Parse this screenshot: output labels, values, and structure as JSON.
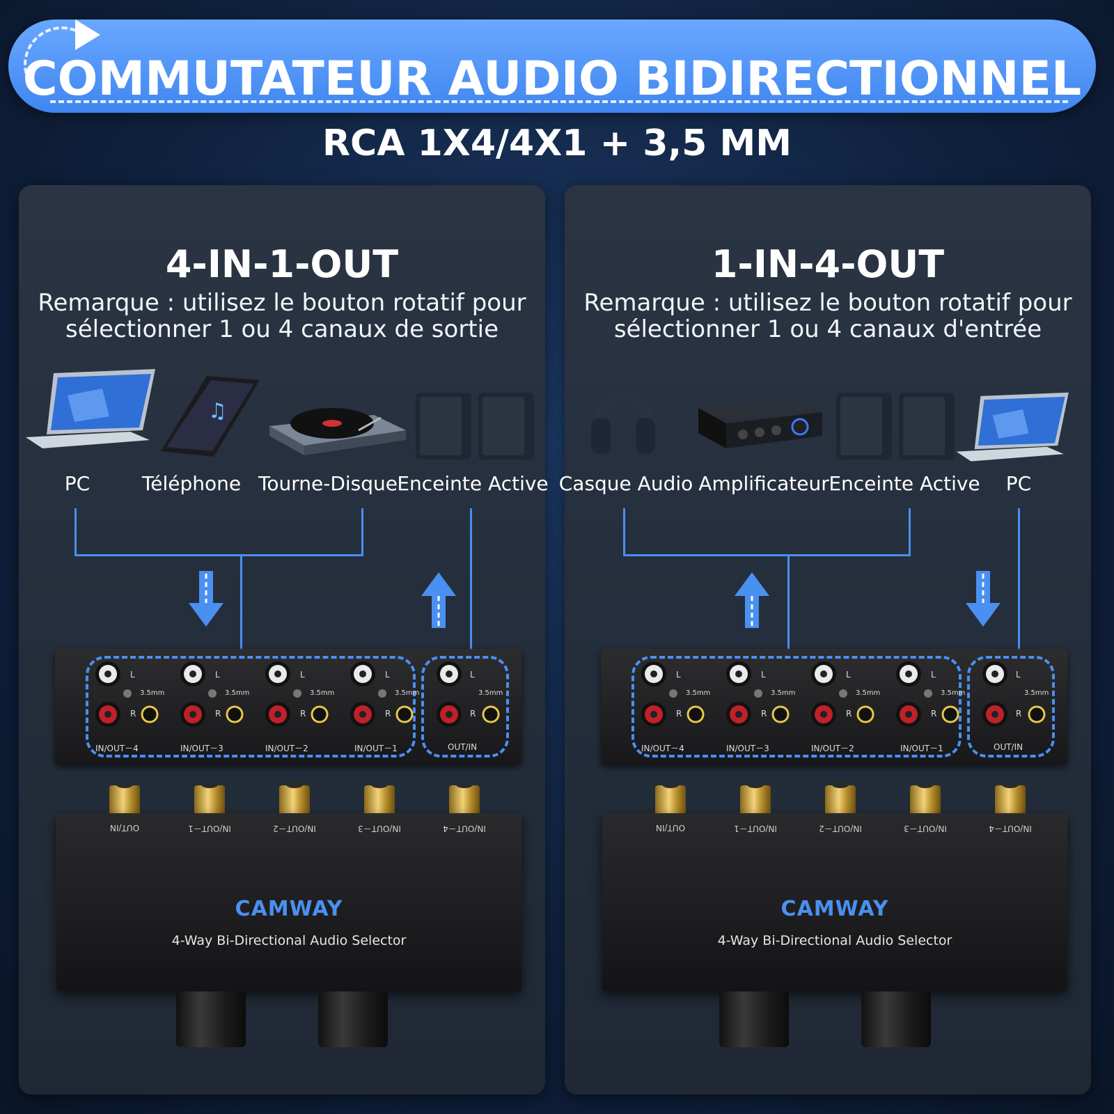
{
  "banner": {
    "title": "COMMUTATEUR AUDIO BIDIRECTIONNEL"
  },
  "subtitle": "RCA 1X4/4X1 + 3,5 MM",
  "colors": {
    "accent": "#4a90f0",
    "panel": "#252f3c",
    "background": "#10223f",
    "rca_red": "#c0202a",
    "rca_white": "#e8e8e8",
    "jack_yellow": "#e6c84a"
  },
  "panels": [
    {
      "title": "4-IN-1-OUT",
      "note": [
        "Remarque : utilisez le bouton rotatif pour",
        "sélectionner 1 ou 4 canaux de sortie"
      ],
      "devices": [
        {
          "label": "PC",
          "icon": "laptop-icon"
        },
        {
          "label": "Téléphone",
          "icon": "phone-icon"
        },
        {
          "label": "Tourne-Disque",
          "icon": "turntable-icon"
        },
        {
          "label": "Enceinte Active",
          "icon": "speakers-icon"
        }
      ],
      "arrows": {
        "left": "down",
        "right": "up"
      }
    },
    {
      "title": "1-IN-4-OUT",
      "note": [
        "Remarque : utilisez le bouton rotatif pour",
        "sélectionner 1 ou 4 canaux d'entrée"
      ],
      "devices": [
        {
          "label": "Casque Audio",
          "icon": "headphones-icon"
        },
        {
          "label": "Amplificateur",
          "icon": "amplifier-icon"
        },
        {
          "label": "Enceinte Active",
          "icon": "speakers-icon"
        },
        {
          "label": "PC",
          "icon": "laptop-icon"
        }
      ],
      "arrows": {
        "left": "up",
        "right": "down"
      }
    }
  ],
  "jack_panel": {
    "groups": [
      "IN/OUT－4",
      "IN/OUT－3",
      "IN/OUT－2",
      "IN/OUT－1",
      "OUT/IN"
    ],
    "l": "L",
    "r": "R",
    "mm": "3.5mm"
  },
  "device": {
    "ports": [
      "OUT/IN",
      "IN/OUT－1",
      "IN/OUT－2",
      "IN/OUT－3",
      "IN/OUT－4"
    ],
    "brand": "CAMWAY",
    "name": "4-Way Bi-Directional Audio Selector"
  }
}
